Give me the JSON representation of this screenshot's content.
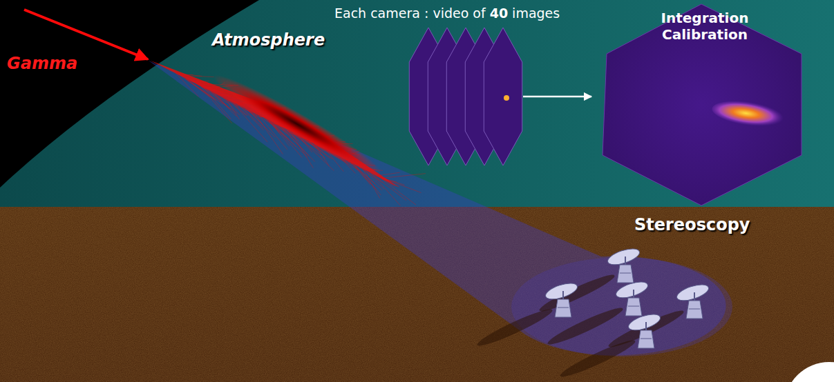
{
  "diagram": {
    "labels": [
      "Gamma",
      "Atmosphere",
      "Each camera : video of",
      "40",
      "images",
      "Integration Calibration",
      "Stereoscopy"
    ]
  }
}
